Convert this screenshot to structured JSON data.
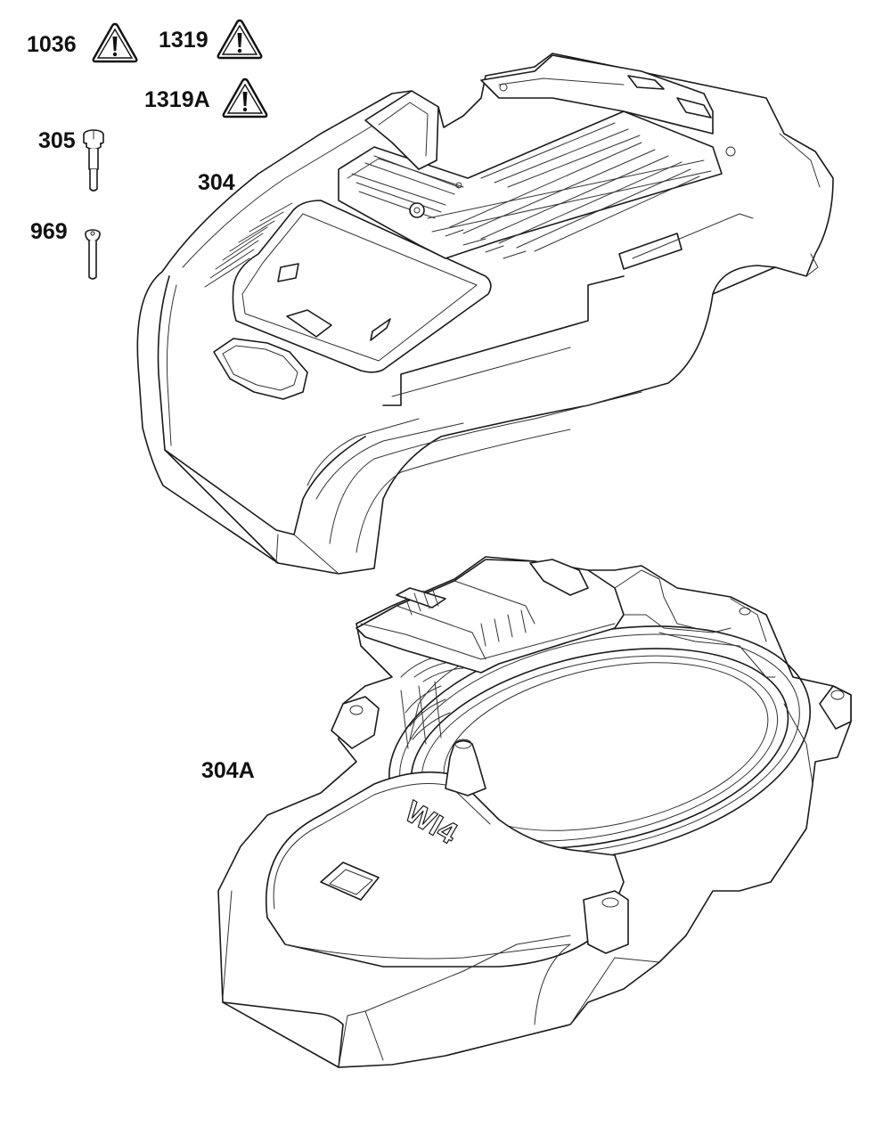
{
  "labels": {
    "warning_1036": "1036",
    "warning_1319": "1319",
    "warning_1319a": "1319A",
    "screw_305": "305",
    "screw_969": "969",
    "cover_304": "304",
    "housing_304a": "304A"
  },
  "engraving": "WI4",
  "icons": {
    "warning": "warning-triangle-icon",
    "flange_bolt": "flange-bolt-icon",
    "screw": "torx-screw-icon"
  },
  "colors": {
    "line": "#1a1a1a",
    "background": "#ffffff"
  }
}
